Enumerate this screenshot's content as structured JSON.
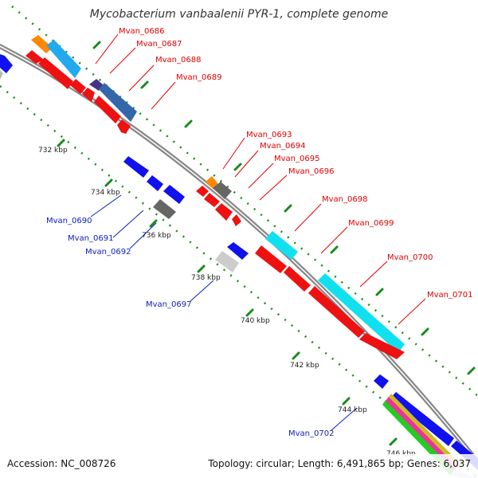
{
  "title": "Mycobacterium vanbaalenii PYR-1, complete genome",
  "footer": {
    "accession": "Accession: NC_008726",
    "summary": "Topology: circular; Length: 6,491,865 bp; Genes: 6,037"
  },
  "colors": {
    "backbone": "#888888",
    "forward_label": "#e00000",
    "reverse_label": "#1020c0",
    "kbp_tick": "#1a8a1a",
    "cds_red": "#ee1111",
    "cds_blue": "#1111ee",
    "cds_cyan": "#11e0ee",
    "cds_orange": "#ff8800",
    "cds_gray": "#666666",
    "cds_lightgray": "#cccccc",
    "cds_steelblue": "#3366aa",
    "cds_indigo": "#443388",
    "cds_skyblue": "#22aaee"
  },
  "kbp_labels": [
    "732 kbp",
    "734 kbp",
    "736 kbp",
    "738 kbp",
    "740 kbp",
    "742 kbp",
    "744 kbp",
    "746 kbp"
  ],
  "forward_genes": [
    "Mvan_0686",
    "Mvan_0687",
    "Mvan_0688",
    "Mvan_0689",
    "Mvan_0693",
    "Mvan_0694",
    "Mvan_0695",
    "Mvan_0696",
    "Mvan_0698",
    "Mvan_0699",
    "Mvan_0700",
    "Mvan_0701"
  ],
  "reverse_genes": [
    "Mvan_0690",
    "Mvan_0691",
    "Mvan_0692",
    "Mvan_0697",
    "Mvan_0702"
  ]
}
